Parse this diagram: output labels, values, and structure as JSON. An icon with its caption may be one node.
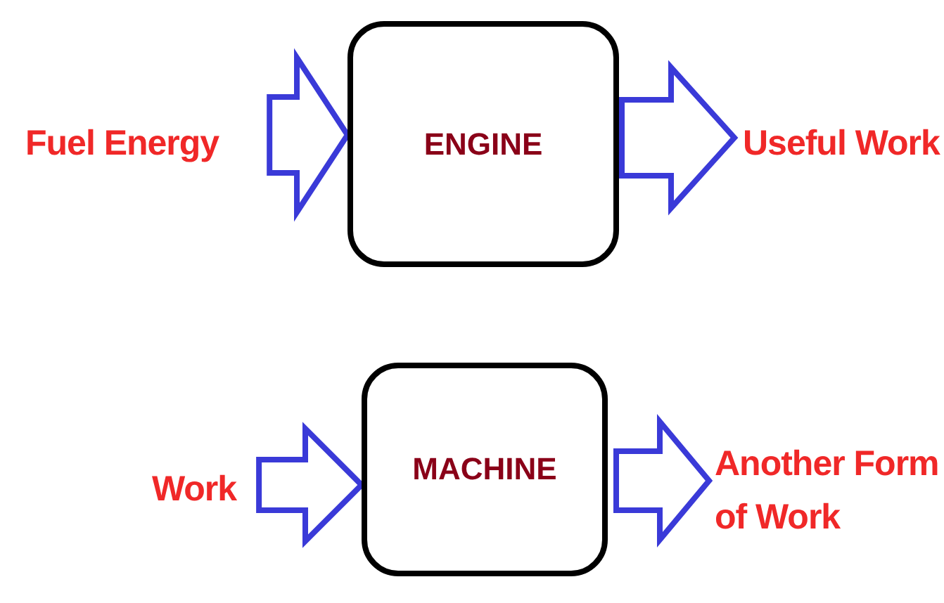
{
  "diagram": {
    "nodes": [
      {
        "text": [
          "Fuel Energy"
        ]
      },
      {
        "text": [
          "ENGINE"
        ]
      },
      {
        "text": [
          "Useful Work"
        ]
      },
      {
        "text": [
          "Work"
        ]
      },
      {
        "text": [
          "MACHINE"
        ]
      },
      {
        "text": [
          "Another Form of Work"
        ]
      }
    ],
    "edges": [
      {
        "from": 0,
        "to": 1,
        "arrow": "to"
      },
      {
        "from": 1,
        "to": 2,
        "arrow": "to"
      },
      {
        "from": 3,
        "to": 4,
        "arrow": "to"
      },
      {
        "from": 4,
        "to": 5,
        "arrow": "to"
      }
    ]
  }
}
